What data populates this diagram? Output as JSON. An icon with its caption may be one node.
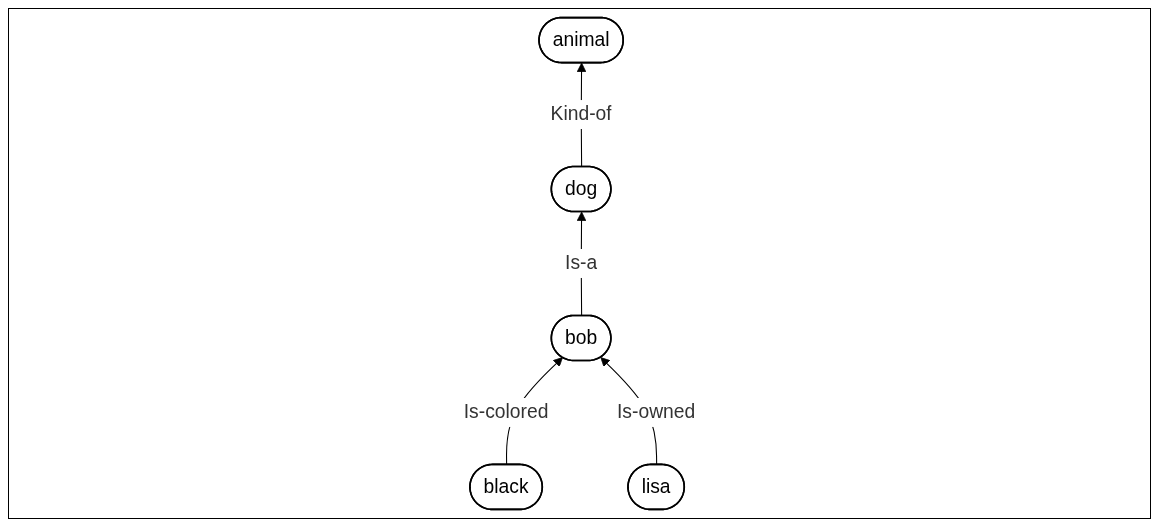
{
  "diagram": {
    "nodes": [
      {
        "text": [
          "dog"
        ]
      },
      {
        "text": [
          "animal"
        ]
      },
      {
        "text": [
          "bob"
        ]
      },
      {
        "text": [
          "black"
        ]
      },
      {
        "text": [
          "lisa"
        ]
      }
    ],
    "edges": [
      {
        "from": 0,
        "to": 1,
        "arrow": "to",
        "label": "Kind-of"
      },
      {
        "from": 2,
        "to": 0,
        "arrow": "to",
        "label": "Is-a"
      },
      {
        "from": 3,
        "to": 2,
        "arrow": "to",
        "label": "Is-colored"
      },
      {
        "from": 4,
        "to": 2,
        "arrow": "to",
        "label": "Is-owned"
      }
    ]
  }
}
